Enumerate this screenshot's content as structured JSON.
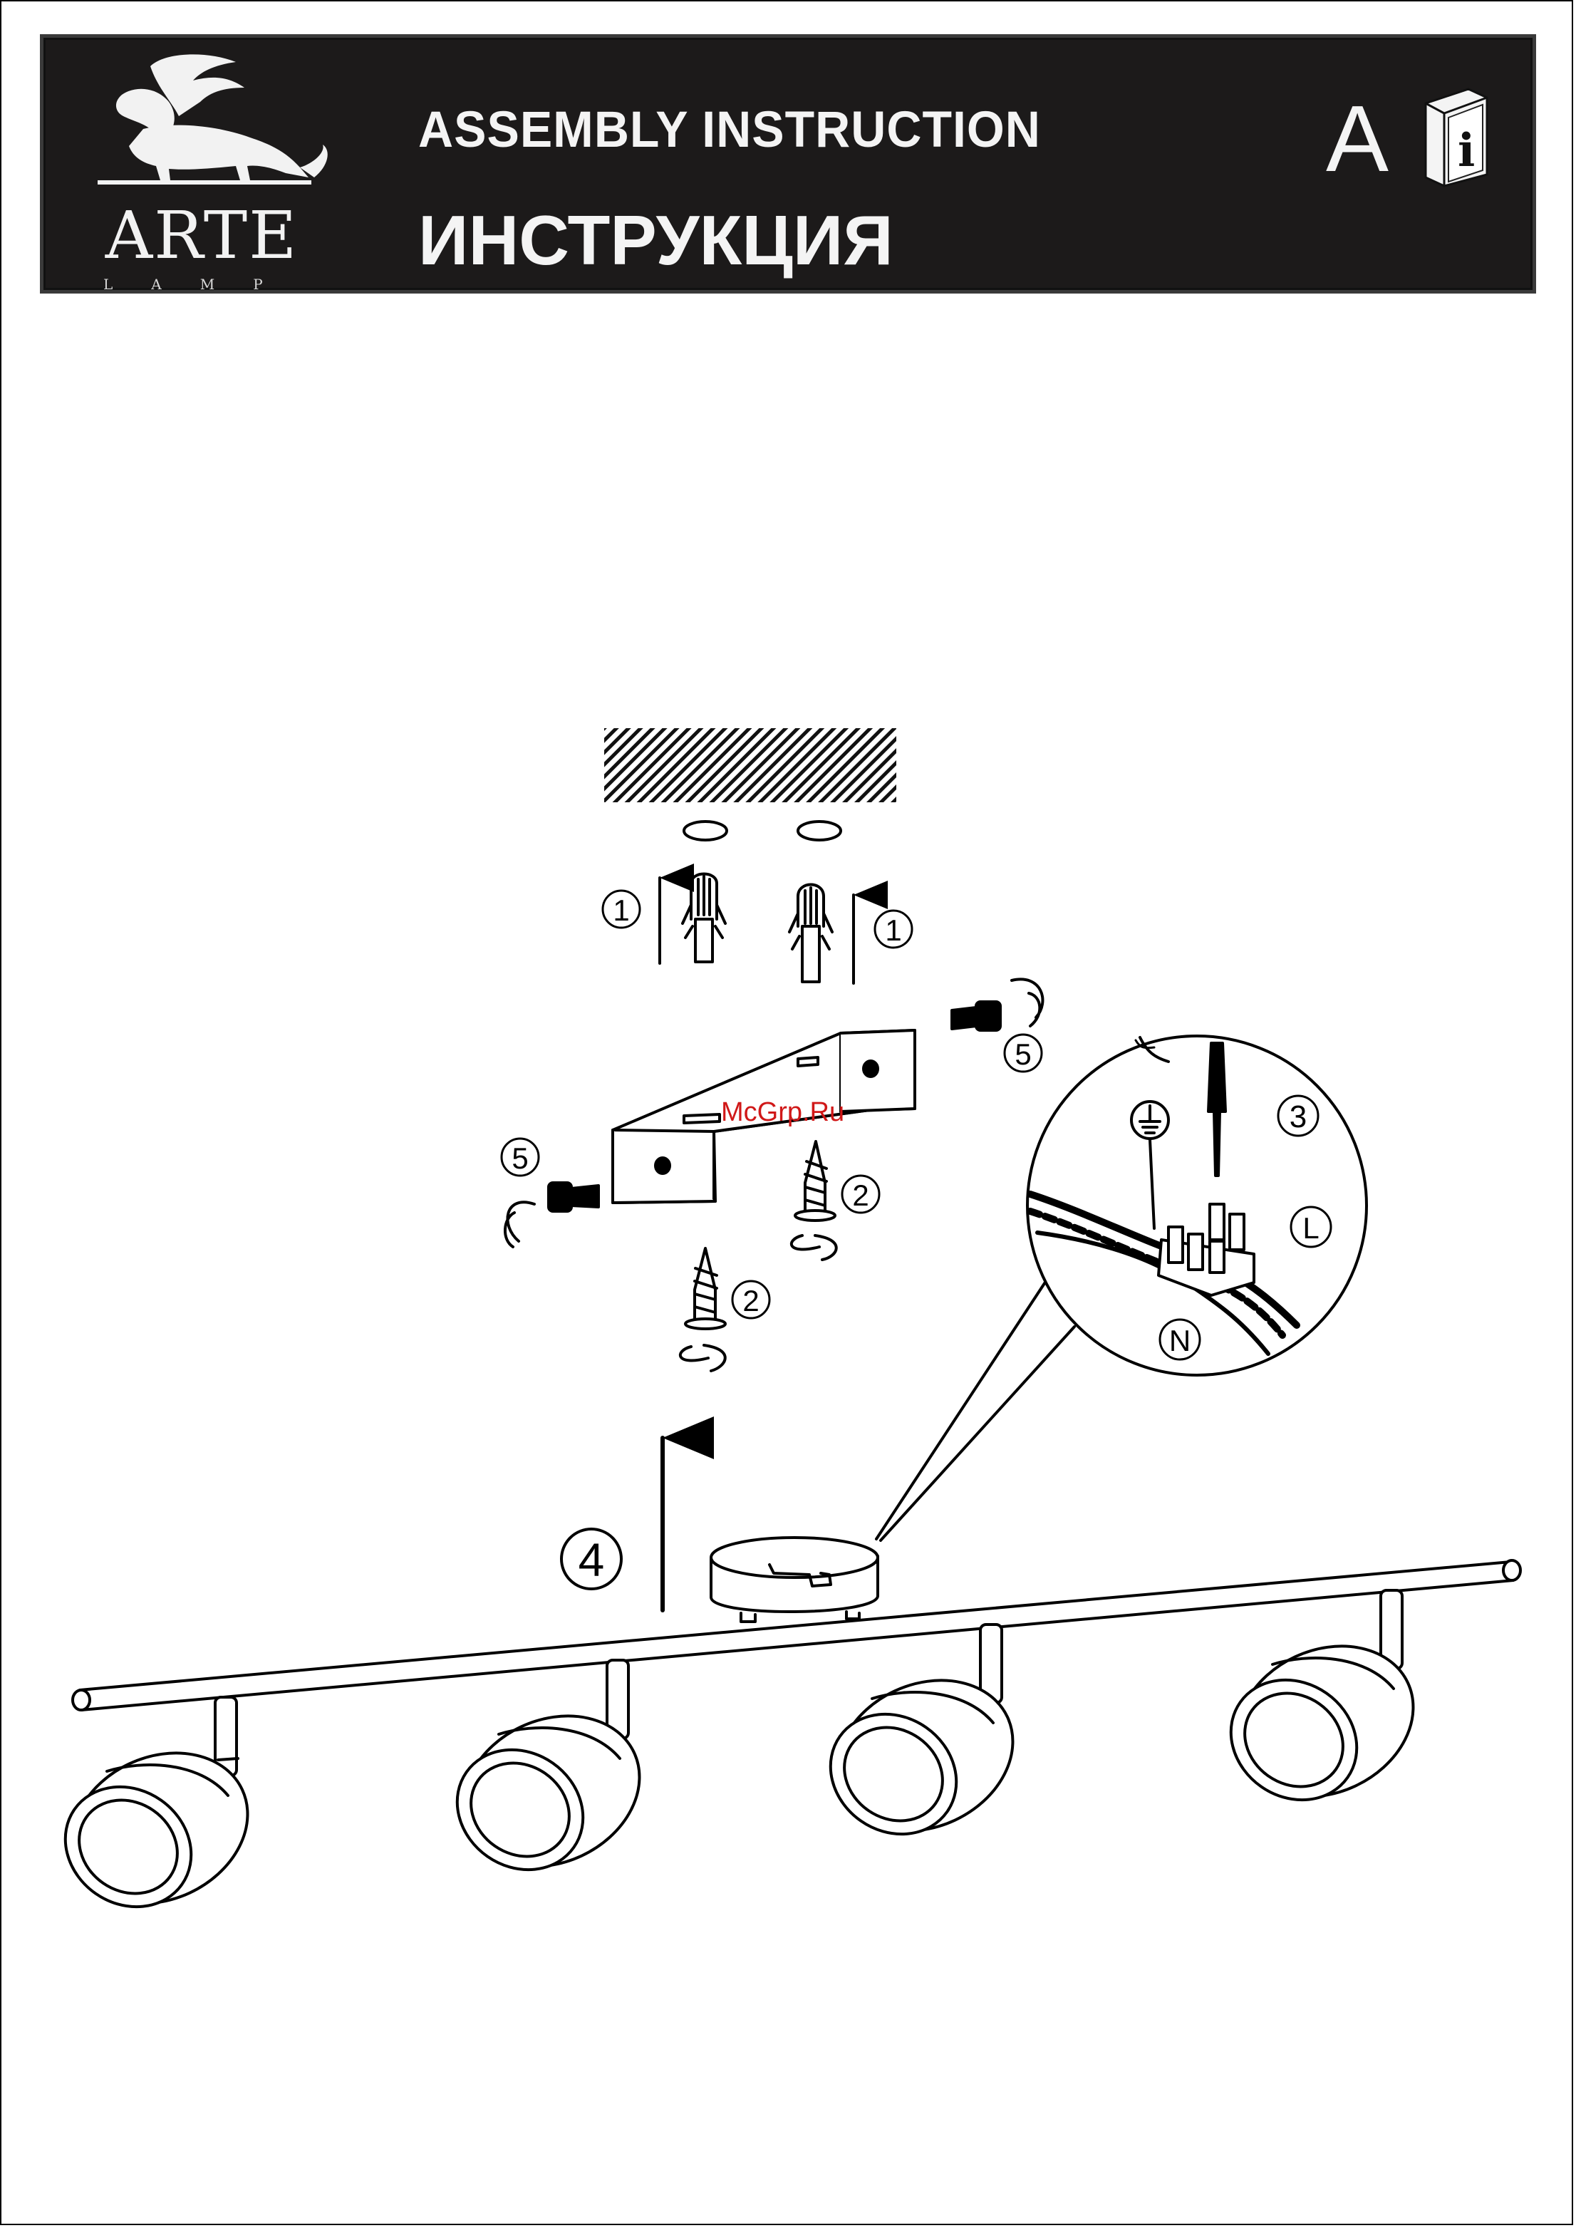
{
  "header": {
    "brand_name": "ARTE",
    "brand_sub": "LAMP",
    "title_en": "ASSEMBLY INSTRUCTION",
    "title_ru": "ИНСТРУКЦИЯ",
    "lang_letter": "A",
    "info_glyph": "i",
    "logo_icon": "griffin-logo-icon",
    "info_icon": "info-book-icon"
  },
  "steps": {
    "s1a": "1",
    "s1b": "1",
    "s2a": "2",
    "s2b": "2",
    "s3": "3",
    "s4": "4",
    "s5a": "5",
    "s5b": "5",
    "wire_l": "L",
    "wire_n": "N"
  },
  "watermark": "McGrp.Ru",
  "colors": {
    "header_bg": "#1c1a1a",
    "ink": "#000000",
    "watermark": "#d01818"
  }
}
